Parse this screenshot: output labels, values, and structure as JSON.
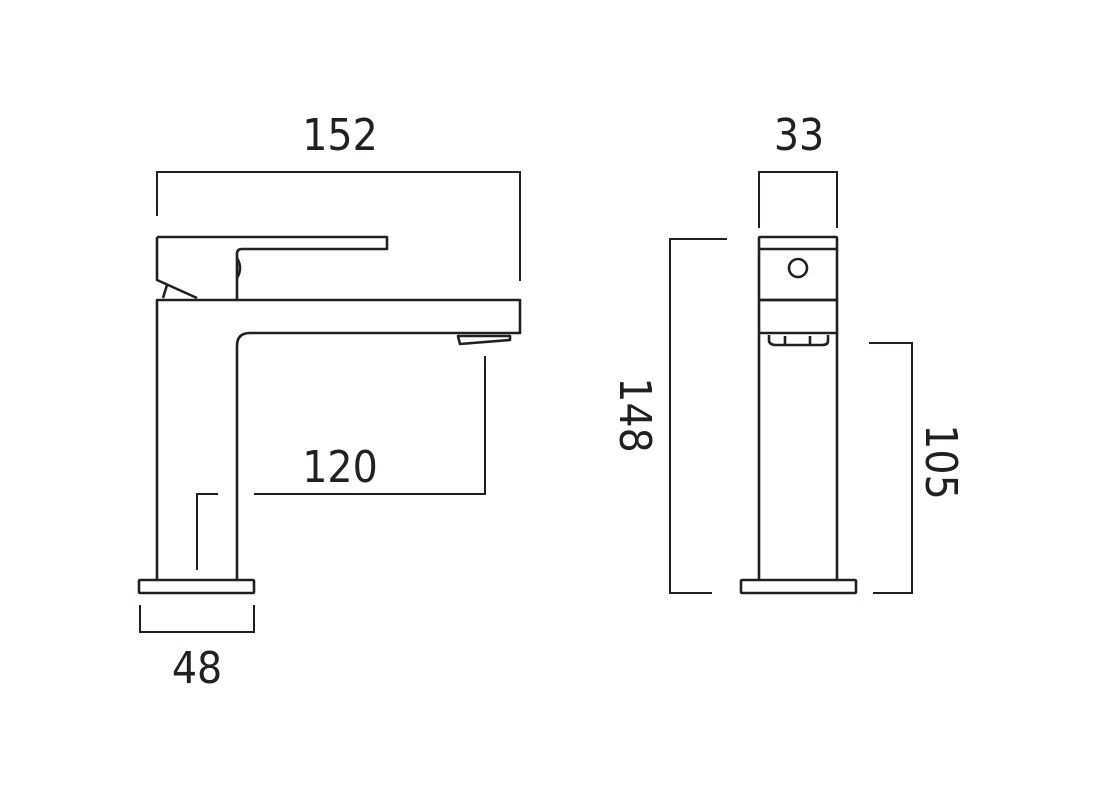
{
  "dimensions": {
    "overall_length": "152",
    "spout_reach": "120",
    "base_width": "48",
    "body_width": "33",
    "overall_height": "148",
    "spout_height": "105"
  },
  "colors": {
    "line": "#231f20",
    "background": "#ffffff"
  }
}
